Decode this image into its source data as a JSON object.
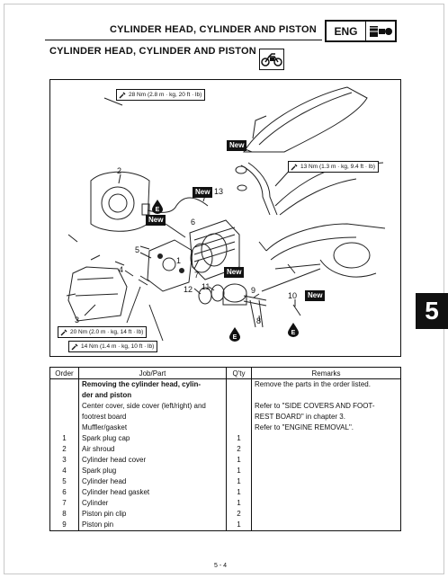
{
  "header": {
    "title": "CYLINDER HEAD, CYLINDER AND PISTON",
    "badge": "ENG",
    "badge_icon": "engine-icon"
  },
  "section": {
    "title": "CYLINDER HEAD, CYLINDER AND PISTON",
    "icon": "motorcycle-icon"
  },
  "diagram": {
    "torque_specs": [
      "28 Nm (2.8 m · kg, 20 ft · lb)",
      "13 Nm (1.3 m · kg, 9.4 ft · lb)",
      "20 Nm (2.0 m · kg, 14 ft · lb)",
      "14 Nm (1.4 m · kg, 10 ft · lb)"
    ],
    "new_label": "New",
    "lube_label": "E",
    "callouts": [
      "1",
      "2",
      "3",
      "4",
      "5",
      "6",
      "7",
      "8",
      "9",
      "10",
      "11",
      "12",
      "13"
    ]
  },
  "chapter_tab": "5",
  "table": {
    "headers": [
      "Order",
      "Job/Part",
      "Q'ty",
      "Remarks"
    ],
    "rows": [
      {
        "order": "",
        "job": "Removing the cylinder head, cylin-",
        "qty": "",
        "remarks": "Remove the parts in the order listed.",
        "bold": true
      },
      {
        "order": "",
        "job": "der and piston",
        "qty": "",
        "remarks": "",
        "bold": true
      },
      {
        "order": "",
        "job": "Center cover, side cover (left/right) and",
        "qty": "",
        "remarks": "Refer to \"SIDE COVERS AND FOOT-",
        "bold": false
      },
      {
        "order": "",
        "job": "footrest board",
        "qty": "",
        "remarks": "REST BOARD\" in chapter 3.",
        "bold": false
      },
      {
        "order": "",
        "job": "Muffler/gasket",
        "qty": "",
        "remarks": "Refer to \"ENGINE REMOVAL\".",
        "bold": false
      },
      {
        "order": "1",
        "job": "Spark plug cap",
        "qty": "1",
        "remarks": "",
        "bold": false
      },
      {
        "order": "2",
        "job": "Air shroud",
        "qty": "2",
        "remarks": "",
        "bold": false
      },
      {
        "order": "3",
        "job": "Cylinder head cover",
        "qty": "1",
        "remarks": "",
        "bold": false
      },
      {
        "order": "4",
        "job": "Spark plug",
        "qty": "1",
        "remarks": "",
        "bold": false
      },
      {
        "order": "5",
        "job": "Cylinder head",
        "qty": "1",
        "remarks": "",
        "bold": false
      },
      {
        "order": "6",
        "job": "Cylinder head gasket",
        "qty": "1",
        "remarks": "",
        "bold": false
      },
      {
        "order": "7",
        "job": "Cylinder",
        "qty": "1",
        "remarks": "",
        "bold": false
      },
      {
        "order": "8",
        "job": "Piston pin clip",
        "qty": "2",
        "remarks": "",
        "bold": false
      },
      {
        "order": "9",
        "job": "Piston pin",
        "qty": "1",
        "remarks": "",
        "bold": false
      }
    ]
  },
  "footer": {
    "page_number": "5 - 4"
  }
}
